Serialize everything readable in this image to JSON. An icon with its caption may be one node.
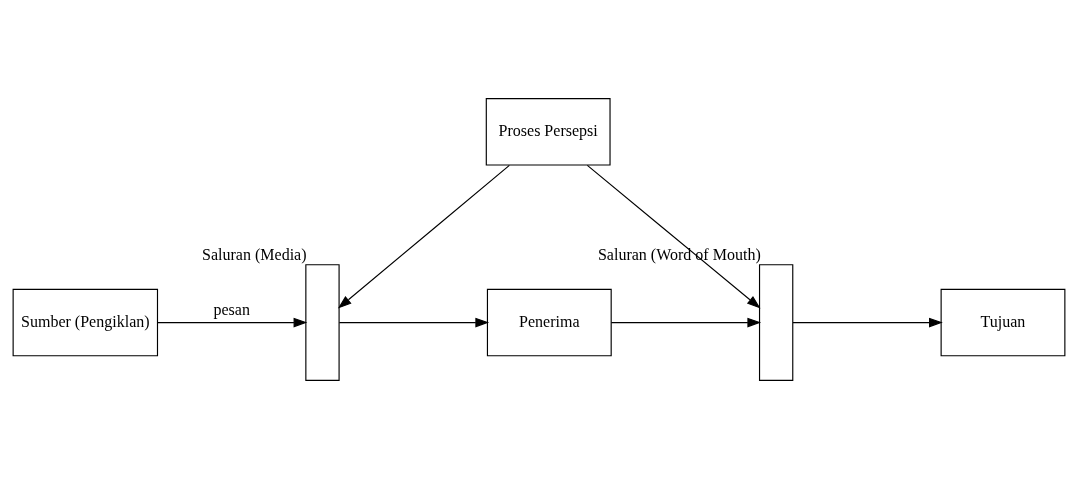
{
  "diagram": {
    "nodes": [
      {
        "text": [
          "Proses Persepsi"
        ]
      },
      {
        "text": [
          "Sumber (Pengiklan)"
        ]
      },
      {
        "text": [],
        "shape": "bar",
        "beside": [
          "Saluran (Media)"
        ]
      },
      {
        "text": [
          "Penerima"
        ]
      },
      {
        "text": [],
        "shape": "bar",
        "beside": [
          "Saluran (Word of Mouth)"
        ]
      },
      {
        "text": [
          "Tujuan"
        ]
      }
    ],
    "edges": [
      {
        "from": 0,
        "to": 2,
        "arrow": "to"
      },
      {
        "from": 0,
        "to": 4,
        "arrow": "to"
      },
      {
        "from": 1,
        "to": 2,
        "arrow": "to",
        "label": "pesan"
      },
      {
        "from": 2,
        "to": 3,
        "arrow": "to"
      },
      {
        "from": 3,
        "to": 4,
        "arrow": "to"
      },
      {
        "from": 4,
        "to": 5,
        "arrow": "to"
      }
    ]
  }
}
